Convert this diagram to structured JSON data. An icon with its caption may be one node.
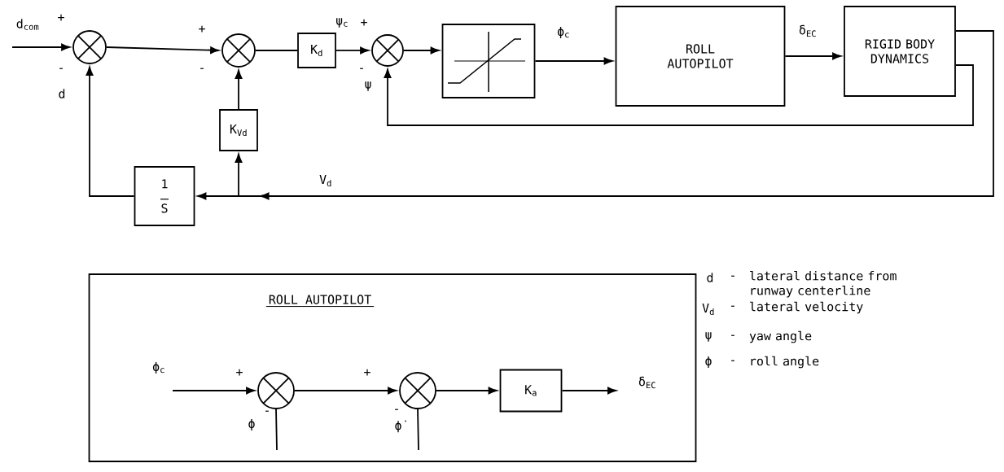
{
  "diagram": {
    "nodes": [
      {
        "text": [],
        "shape": "circle"
      },
      {
        "text": [],
        "shape": "circle"
      },
      {
        "text": [
          "K$_{d}$"
        ]
      },
      {
        "text": [],
        "shape": "circle"
      },
      {
        "text": [],
        "shape": "box"
      },
      {
        "text": [
          "ROLL AUTOPILOT"
        ]
      },
      {
        "text": [
          "RIGID BODY DYNAMICS"
        ]
      },
      {
        "text": [
          "K$_{Vd}$"
        ]
      },
      {
        "text": [
          "1",
          "S"
        ]
      },
      {
        "text": [
          "ROLL AUTOPILOT"
        ]
      },
      {
        "text": [],
        "shape": "circle",
        "in": 9
      },
      {
        "text": [],
        "shape": "circle",
        "in": 9
      },
      {
        "text": [
          "K$_{a}$"
        ],
        "in": 9
      }
    ],
    "edges": [
      {
        "from": null,
        "to": 0,
        "arrow": "to",
        "label": "d$_{com}$"
      },
      {
        "from": 0,
        "to": 1,
        "arrow": "to"
      },
      {
        "from": 1,
        "to": 2,
        "arrow": "none"
      },
      {
        "from": 2,
        "to": 3,
        "arrow": "to",
        "label": "ψ$_{c}$"
      },
      {
        "from": 3,
        "to": 4,
        "arrow": "to"
      },
      {
        "from": 4,
        "to": 5,
        "arrow": "to",
        "label": "ϕ$_{c}$"
      },
      {
        "from": 5,
        "to": 6,
        "arrow": "to",
        "label": "δ$_{EC}$"
      },
      {
        "from": 6,
        "to": 3,
        "arrow": "to",
        "label": "ψ"
      },
      {
        "from": 6,
        "to": 8,
        "arrow": "to",
        "label": "V$_{d}$"
      },
      {
        "from": 6,
        "to": 7,
        "arrow": "to"
      },
      {
        "from": 7,
        "to": 1,
        "arrow": "to"
      },
      {
        "from": 8,
        "to": 0,
        "arrow": "to",
        "label": "d"
      },
      {
        "from": null,
        "to": 10,
        "arrow": "to",
        "label": "ϕ$_{c}$"
      },
      {
        "from": 10,
        "to": 11,
        "arrow": "to"
      },
      {
        "from": 11,
        "to": 12,
        "arrow": "to"
      },
      {
        "from": 12,
        "to": null,
        "arrow": "to",
        "label": "δ$_{EC}$"
      },
      {
        "from": null,
        "to": 10,
        "arrow": "none",
        "label": "ϕ"
      },
      {
        "from": null,
        "to": 11,
        "arrow": "none",
        "label": "ϕ̇"
      }
    ],
    "labels": [
      "+",
      "-",
      "+",
      "-",
      "+",
      "-",
      "+",
      "-",
      "+",
      "-",
      "d",
      "-",
      "lateral distance from runway centerline",
      "V$_{d}$",
      "-",
      "lateral velocity",
      "ψ",
      "-",
      "yaw angle",
      "ϕ",
      "-",
      "roll angle"
    ]
  }
}
